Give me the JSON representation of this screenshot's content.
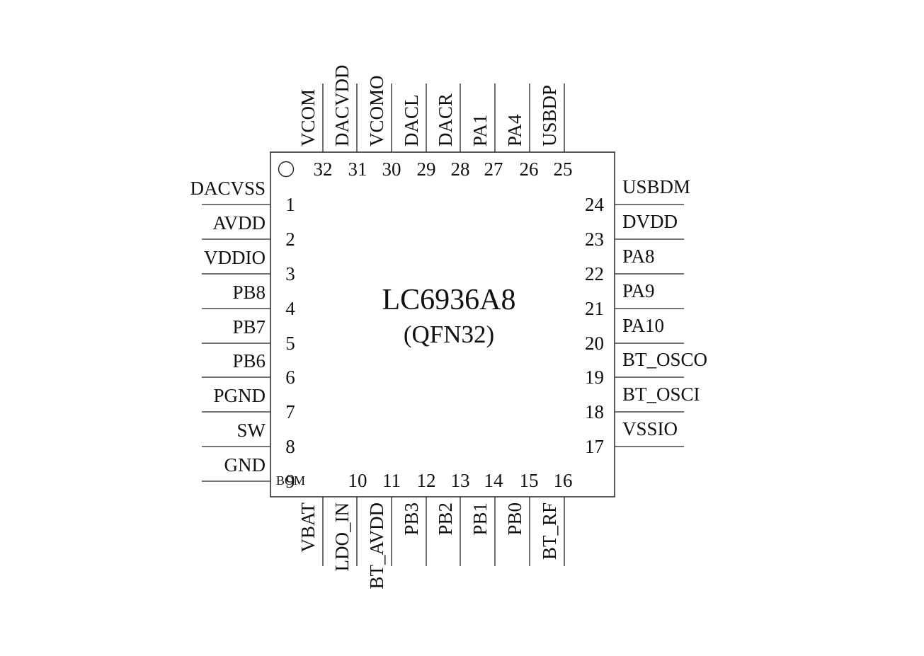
{
  "chip": {
    "name": "LC6936A8",
    "package": "(QFN32)",
    "bom_label": "BOM"
  },
  "colors": {
    "line": "#222222",
    "text": "#111111",
    "bom": "#e02020"
  },
  "pins": {
    "left": [
      {
        "num": "1",
        "name": "DACVSS"
      },
      {
        "num": "2",
        "name": "AVDD"
      },
      {
        "num": "3",
        "name": "VDDIO"
      },
      {
        "num": "4",
        "name": "PB8"
      },
      {
        "num": "5",
        "name": "PB7"
      },
      {
        "num": "6",
        "name": "PB6"
      },
      {
        "num": "7",
        "name": "PGND"
      },
      {
        "num": "8",
        "name": "SW"
      },
      {
        "num": "9",
        "name": "GND"
      }
    ],
    "bottom": [
      {
        "num": "10",
        "name": "VBAT"
      },
      {
        "num": "11",
        "name": "LDO_IN"
      },
      {
        "num": "12",
        "name": "BT_AVDD"
      },
      {
        "num": "13",
        "name": "PB3"
      },
      {
        "num": "14",
        "name": "PB2"
      },
      {
        "num": "15",
        "name": "PB1"
      },
      {
        "num": "16",
        "name": "PB0"
      },
      {
        "num": "",
        "name": "BT_RF"
      }
    ],
    "right": [
      {
        "num": "24",
        "name": "USBDM"
      },
      {
        "num": "23",
        "name": "DVDD"
      },
      {
        "num": "22",
        "name": "PA8"
      },
      {
        "num": "21",
        "name": "PA9"
      },
      {
        "num": "20",
        "name": "PA10"
      },
      {
        "num": "19",
        "name": "BT_OSCO"
      },
      {
        "num": "18",
        "name": "BT_OSCI"
      },
      {
        "num": "17",
        "name": "VSSIO"
      }
    ],
    "top": [
      {
        "num": "32",
        "name": "VCOM"
      },
      {
        "num": "31",
        "name": "DACVDD"
      },
      {
        "num": "30",
        "name": "VCOMO"
      },
      {
        "num": "29",
        "name": "DACL"
      },
      {
        "num": "28",
        "name": "DACR"
      },
      {
        "num": "27",
        "name": "PA1"
      },
      {
        "num": "26",
        "name": "PA4"
      },
      {
        "num": "25",
        "name": "USBDP"
      }
    ]
  }
}
